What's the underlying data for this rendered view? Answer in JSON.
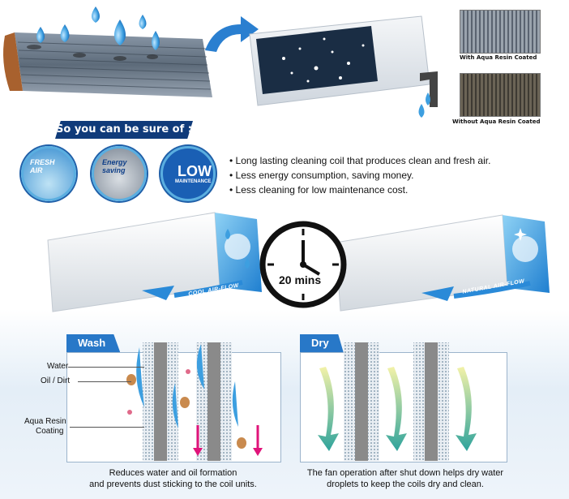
{
  "top": {
    "coating_captions": [
      "With Aqua Resin Coated",
      "Without Aqua Resin Coated"
    ]
  },
  "benefits": {
    "banner": "So you can be sure of :",
    "icons": [
      {
        "label": "FRESH AIR",
        "icon": "fresh-air-icon"
      },
      {
        "label": "Energy saving",
        "icon": "energy-saving-icon"
      },
      {
        "label": "LOW",
        "sub_label": "MAINTENANCE",
        "icon": "low-maintenance-icon"
      }
    ],
    "bullets": [
      "Long lasting cleaning coil that produces clean and fresh air.",
      "Less energy consumption, saving money.",
      "Less cleaning for low maintenance cost."
    ]
  },
  "units": {
    "left_airflow": "COOL AIR-FLOW",
    "right_airflow": "NATURAL AIR-FLOW",
    "timer": "20 mins"
  },
  "wash": {
    "tab": "Wash",
    "labels": [
      "Water",
      "Oil / Dirt",
      "Aqua Resin",
      "Coating"
    ],
    "caption_lines": [
      "Reduces water and oil formation",
      "and prevents dust sticking to the coil units."
    ]
  },
  "dry": {
    "tab": "Dry",
    "caption_lines": [
      "The fan operation after shut down helps dry water",
      "droplets to keep the coils dry and clean."
    ]
  },
  "colors": {
    "accent": "#2878c8",
    "banner": "#103b7a",
    "water": "#3d9fe0",
    "dirt": "#c98a4e",
    "arrow": "#e0147a"
  }
}
